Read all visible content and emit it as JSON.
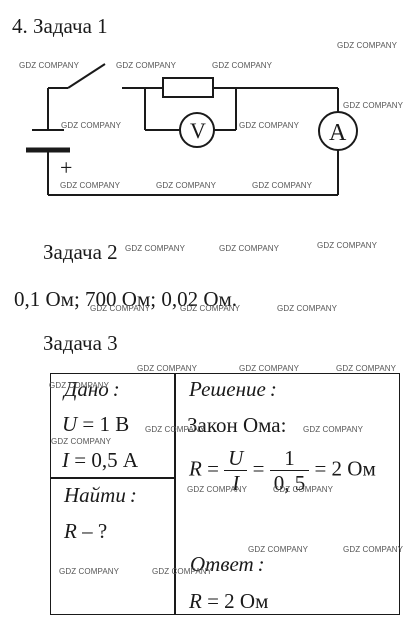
{
  "headings": {
    "task1": "4. Задача 1",
    "task2": "Задача 2",
    "task3": "Задача 3"
  },
  "circuit": {
    "voltmeter": "V",
    "ammeter": "A",
    "plus": "+"
  },
  "task2_answer": "0,1 Ом; 700 Ом; 0,02 Ом.",
  "table": {
    "given_title": "Дано",
    "given_colon": ":",
    "given_u_var": "U",
    "given_u_val": "= 1 В",
    "given_i_var": "I",
    "given_i_val": "= 0,5 А",
    "find_title": "Найти",
    "find_colon": ":",
    "find_var": "R",
    "find_val": "– ?",
    "solution_title": "Решение",
    "solution_colon": ":",
    "law": "Закон Ома:",
    "f_r": "R",
    "f_eq1": "=",
    "f_num1": "U",
    "f_den1": "I",
    "f_eq2": "=",
    "f_num2": "1",
    "f_den2": "0, 5",
    "f_result": "= 2 Ом",
    "answer_title": "Ответ",
    "answer_colon": ":",
    "answer_var": "R",
    "answer_val": "= 2 Ом"
  },
  "watermarks": [
    "GDZ COMPANY",
    "GDZ COMPANY",
    "GDZ COMPANY",
    "GDZ COMPANY",
    "GDZ COMPANY",
    "GDZ COMPANY",
    "GDZ COMPANY",
    "GDZ COMPANY",
    "GDZ COMPANY",
    "GDZ COMPANY",
    "GDZ COMPANY",
    "GDZ COMPANY",
    "GDZ COMPANY",
    "GDZ COMPANY",
    "GDZ COMPANY",
    "GDZ COMPANY",
    "GDZ COMPANY",
    "GDZ COMPANY",
    "GDZ COMPANY",
    "GDZ COMPANY",
    "GDZ COMPANY",
    "GDZ COMPANY",
    "GDZ COMPANY",
    "GDZ COMPANY",
    "GDZ COMPANY",
    "GDZ COMPANY",
    "GDZ COMPANY",
    "GDZ COMPANY",
    "GDZ COMPANY"
  ]
}
